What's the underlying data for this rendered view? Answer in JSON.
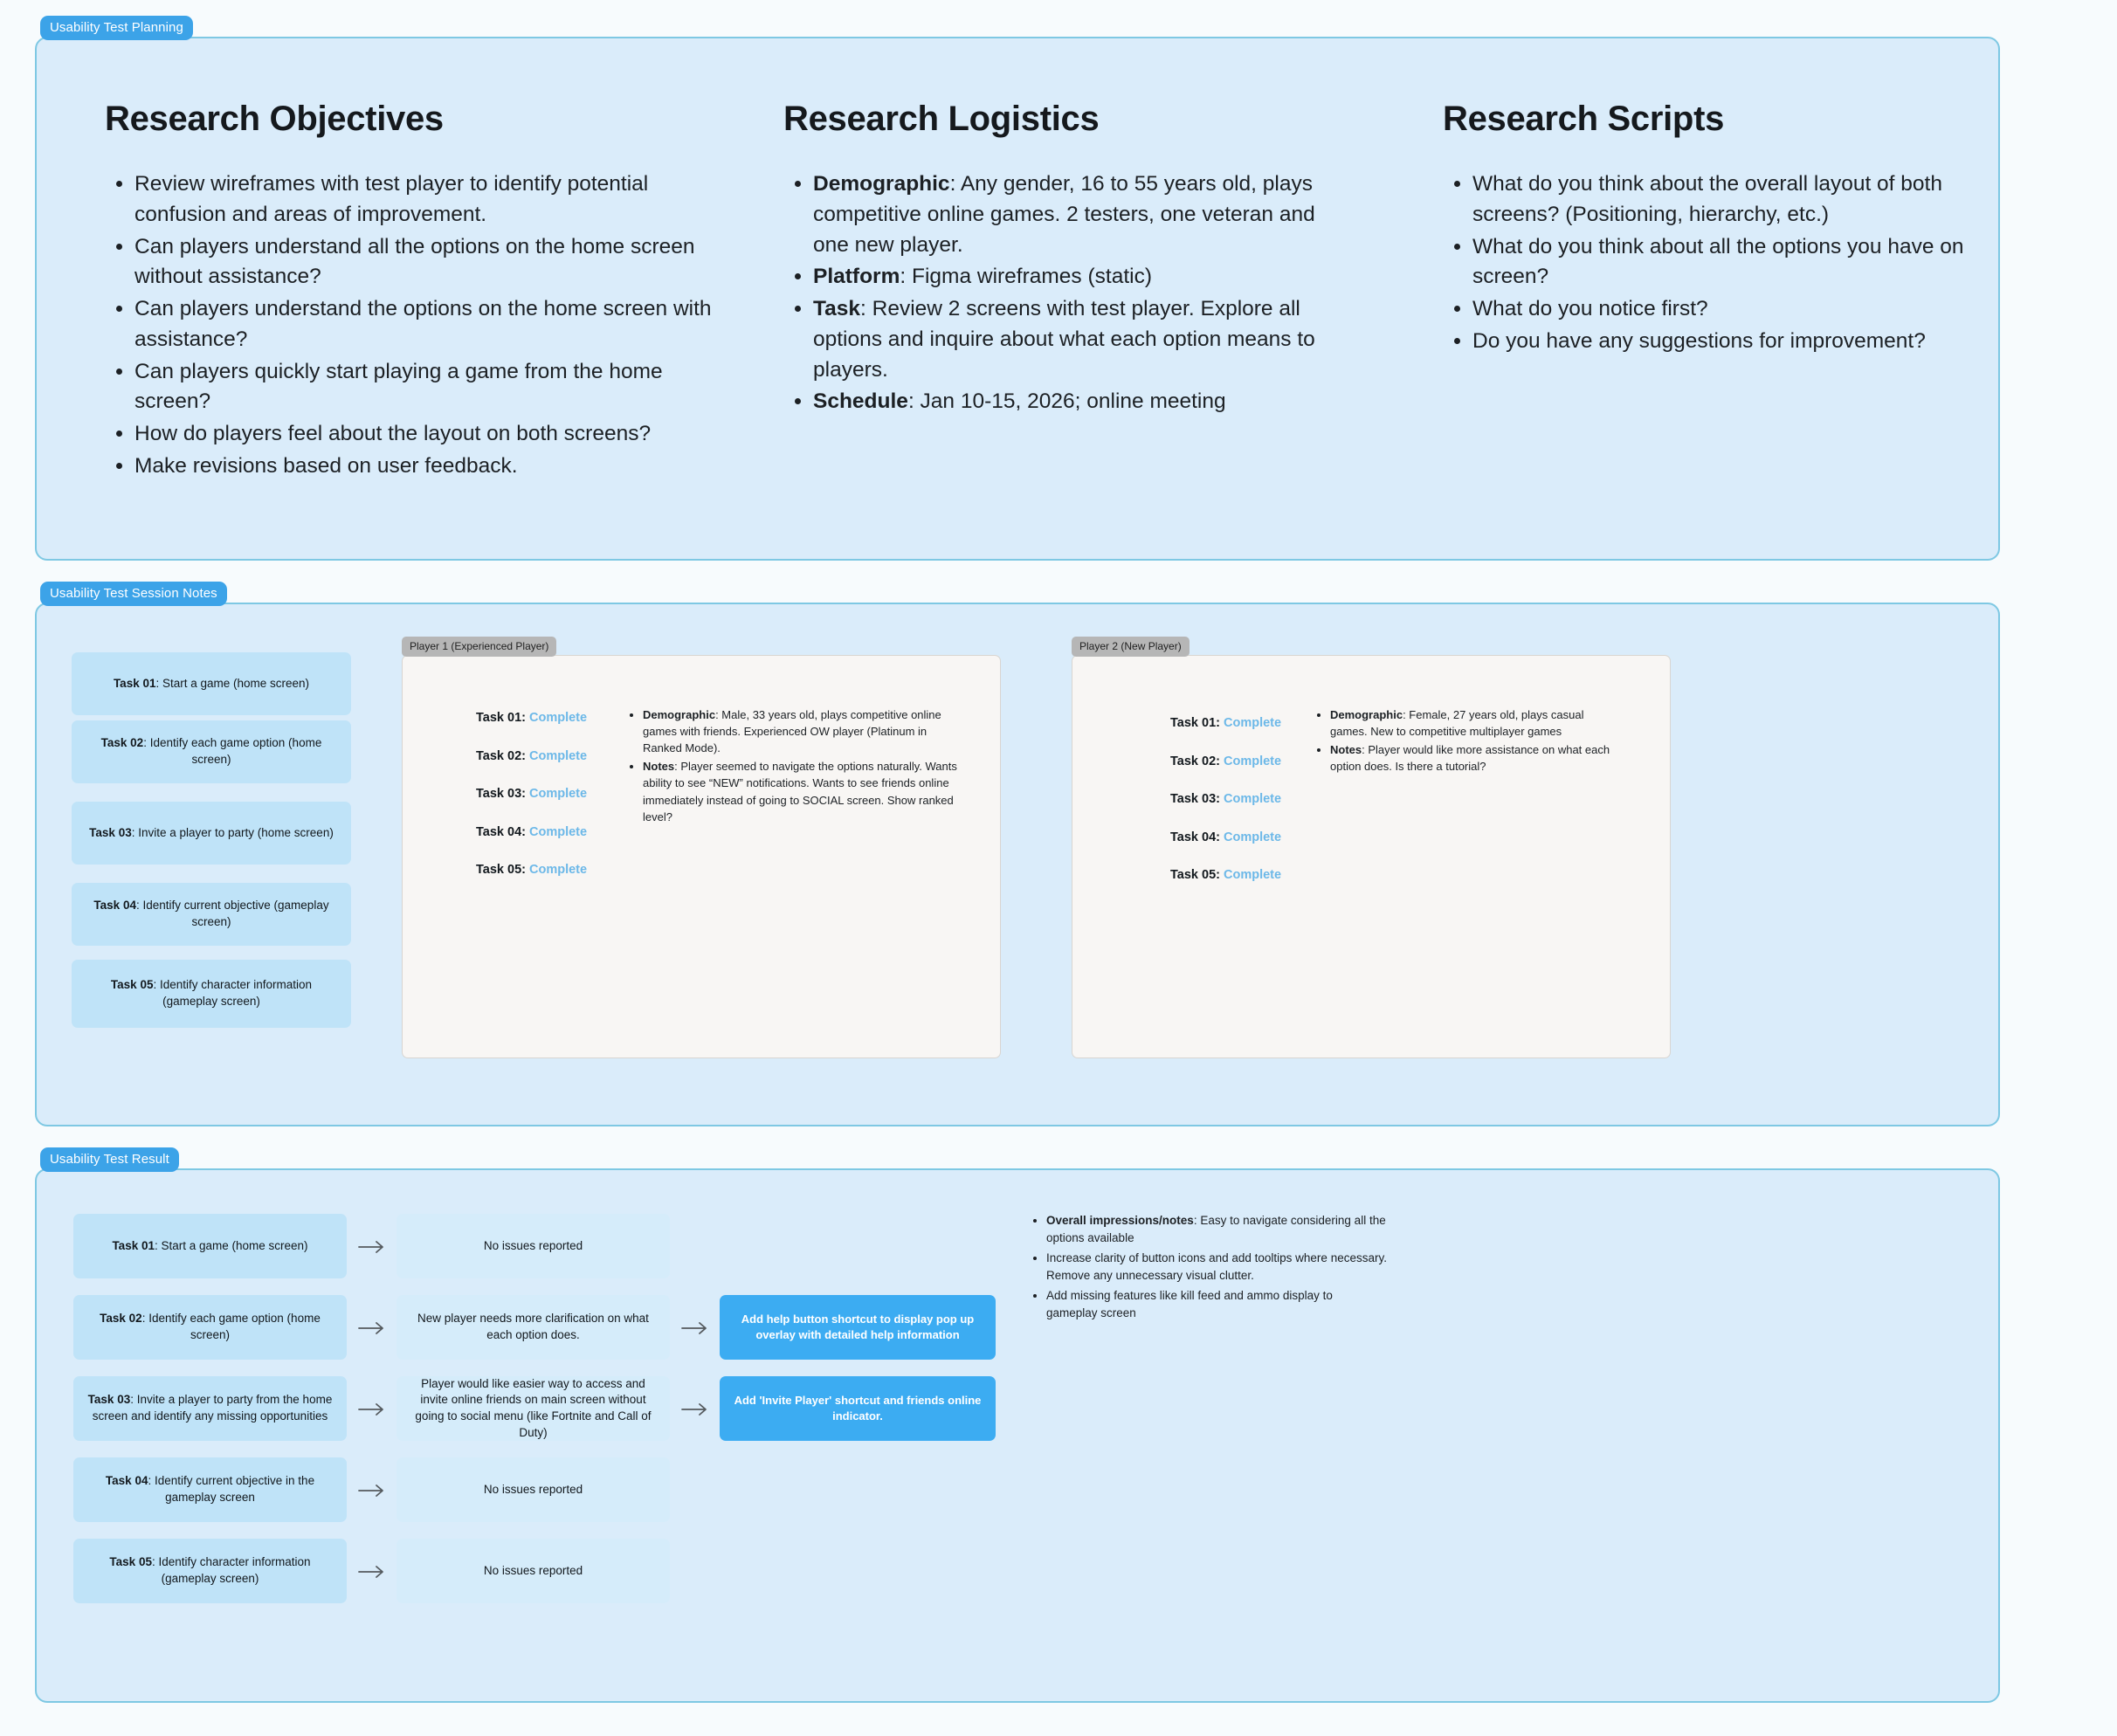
{
  "sections": {
    "planning": {
      "label": "Usability Test Planning"
    },
    "notes": {
      "label": "Usability Test Session Notes"
    },
    "result": {
      "label": "Usability Test Result"
    }
  },
  "planning": {
    "objectives": {
      "title": "Research Objectives",
      "items": [
        "Review wireframes with test player to identify potential confusion and areas of improvement.",
        "Can players understand all the options on the home screen without assistance?",
        "Can players understand the options on the home screen with assistance?",
        "Can players quickly start playing a game from the home screen?",
        "How do players feel about the layout on both screens?",
        "Make revisions based on user feedback."
      ]
    },
    "logistics": {
      "title": "Research Logistics",
      "items": [
        {
          "label": "Demographic",
          "text": ": Any gender, 16 to 55 years old, plays competitive online games. 2 testers, one veteran and one new player."
        },
        {
          "label": "Platform",
          "text": ": Figma wireframes (static)"
        },
        {
          "label": "Task",
          "text": ": Review 2 screens with test player. Explore all options and inquire about what each option means to players."
        },
        {
          "label": "Schedule",
          "text": ": Jan 10-15, 2026; online meeting"
        }
      ]
    },
    "scripts": {
      "title": "Research Scripts",
      "items": [
        "What do you think about the overall layout of both screens? (Positioning, hierarchy, etc.)",
        "What do you think about all the options you have on screen?",
        "What do you notice first?",
        "Do you have any suggestions for improvement?"
      ]
    }
  },
  "notes": {
    "tasks": [
      {
        "label": "Task 01",
        "text": ": Start a game (home screen)"
      },
      {
        "label": "Task 02",
        "text": ": Identify each game option (home screen)"
      },
      {
        "label": "Task 03",
        "text": ": Invite a player to party (home screen)"
      },
      {
        "label": "Task 04",
        "text": ": Identify current objective (gameplay screen)"
      },
      {
        "label": "Task 05",
        "text": ": Identify character information (gameplay screen)"
      }
    ],
    "player1": {
      "pill": "Player 1 (Experienced Player)",
      "statuses": [
        {
          "task": "Task 01:",
          "state": "Complete"
        },
        {
          "task": "Task 02:",
          "state": "Complete"
        },
        {
          "task": "Task 03:",
          "state": "Complete"
        },
        {
          "task": "Task 04:",
          "state": "Complete"
        },
        {
          "task": "Task 05:",
          "state": "Complete"
        }
      ],
      "notes": [
        {
          "label": "Demographic",
          "text": ": Male, 33 years old, plays competitive online games with friends. Experienced OW player (Platinum in Ranked Mode)."
        },
        {
          "label": "Notes",
          "text": ": Player seemed to navigate the options naturally. Wants ability to see “NEW” notifications. Wants to see friends online immediately instead of going to SOCIAL screen. Show ranked level?"
        }
      ]
    },
    "player2": {
      "pill": "Player 2 (New Player)",
      "statuses": [
        {
          "task": "Task 01:",
          "state": "Complete"
        },
        {
          "task": "Task 02:",
          "state": "Complete"
        },
        {
          "task": "Task 03:",
          "state": "Complete"
        },
        {
          "task": "Task 04:",
          "state": "Complete"
        },
        {
          "task": "Task 05:",
          "state": "Complete"
        }
      ],
      "notes": [
        {
          "label": "Demographic",
          "text": ": Female, 27 years old, plays casual games. New to competitive multiplayer games"
        },
        {
          "label": "Notes",
          "text": ": Player would like more assistance on what each option does. Is there a tutorial?"
        }
      ]
    }
  },
  "result": {
    "rows": [
      {
        "task": {
          "label": "Task 01",
          "text": ": Start a game (home screen)"
        },
        "outcome": "No issues reported",
        "action": null
      },
      {
        "task": {
          "label": "Task 02",
          "text": ": Identify each game option (home screen)"
        },
        "outcome": "New player needs more clarification on what each option does.",
        "action": "Add help button shortcut to display pop up overlay with detailed help information"
      },
      {
        "task": {
          "label": "Task 03",
          "text": ": Invite a player to party from the home screen and identify any missing opportunities"
        },
        "outcome": "Player would like easier way to access and invite online friends on main screen without going to social menu (like Fortnite and Call of Duty)",
        "action": "Add 'Invite Player' shortcut and friends online indicator."
      },
      {
        "task": {
          "label": "Task 04",
          "text": ": Identify current objective in the gameplay screen"
        },
        "outcome": "No issues reported",
        "action": null
      },
      {
        "task": {
          "label": "Task 05",
          "text": ": Identify character information (gameplay screen)"
        },
        "outcome": "No issues reported",
        "action": null
      }
    ],
    "overall": [
      {
        "label": "Overall impressions/notes",
        "text": ": Easy to navigate considering all the options available"
      },
      {
        "label": "",
        "text": "Increase clarity of button icons and add tooltips where necessary. Remove any unnecessary visual clutter."
      },
      {
        "label": "",
        "text": "Add missing features like kill feed and ammo display to gameplay screen"
      }
    ]
  },
  "colors": {
    "page_background": "#f7fbfd",
    "section_fill": "#daecfa",
    "section_border": "#7ec8e3",
    "section_label": "#3ca3e8",
    "task_card": "#bfe3f8",
    "outcome_card": "#d5ecfa",
    "action_card": "#3cacf2",
    "complete_text": "#6cb8e8",
    "player_frame": "#f8f6f4",
    "player_pill": "#b6b6b6"
  }
}
